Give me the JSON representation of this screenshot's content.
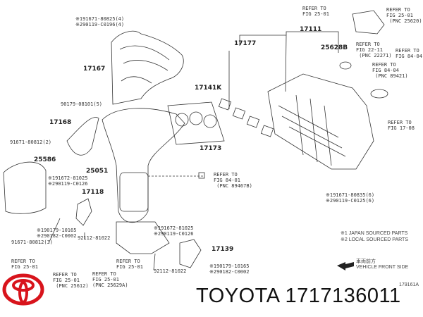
{
  "brand": {
    "name": "TOYOTA",
    "part_number": "1717136011",
    "logo": "toyota-logo",
    "logo_color": "#d8141c"
  },
  "parts": {
    "p17167": "17167",
    "p17168": "17168",
    "p17141K": "17141K",
    "p17173": "17173",
    "p25586": "25586",
    "p25051": "25051",
    "p17118": "17118",
    "p17139": "17139",
    "p17111": "17111",
    "p17177": "17177",
    "p25628B": "25628B"
  },
  "callouts": {
    "c1a": "※191671-80825(4)",
    "c1b": "※290119-C0196(4)",
    "c2": "90179-08101(5)",
    "c3": "91671-80812(2)",
    "c4a": "※191672-81025",
    "c4b": "※290119-C0126",
    "c5a": "※190179-10165",
    "c5b": "※290182-C0002",
    "c6": "91671-80812(3)",
    "c7": "92112-81022",
    "c8a": "※191672-81025",
    "c8b": "※290119-C0126",
    "c9": "92112-81022",
    "c10a": "※190179-10165",
    "c10b": "※290182-C0002",
    "c11a": "※191671-80835(6)",
    "c11b": "※290119-C0125(6)"
  },
  "refs": {
    "r1": "REFER TO\nFIG 25-01",
    "r2": "REFER TO\nFIG 25-01\n (PNC 25612)",
    "r3": "REFER TO\nFIG 25-01\n(PNC 25629A)",
    "r4": "REFER TO\nFIG 25-01",
    "r5": "REFER TO\nFIG 84-01\n (PNC 89467B)",
    "r6": "REFER TO\nFIG 25-01",
    "r7": "REFER TO\nFIG 25-01\n (PNC 25620)",
    "r8": "REFER TO\nFIG 22-11\n (PNC 22271)",
    "r9": "REFER TO\nFIG 84-04",
    "r10": "REFER TO\nFIG 84-04\n (PNC 89421)",
    "r11": "REFER TO\nFIG 17-08"
  },
  "notes": {
    "japan": "※1 JAPAN SOURCED PARTS",
    "local": "※2 LOCAL SOURCED PARTS",
    "front_jp": "車両前方",
    "front_en": "VEHICLE FRONT SIDE",
    "figure_id": "179161A"
  }
}
